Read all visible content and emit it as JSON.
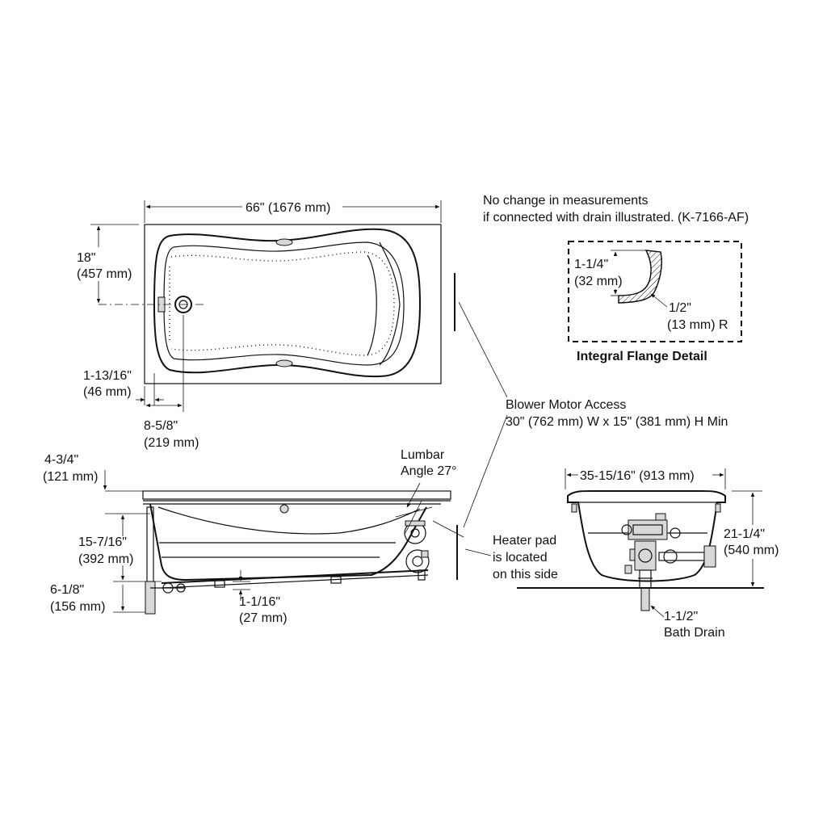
{
  "plan_view": {
    "width_dim": "66\" (1676 mm)",
    "height_dim_in": "18\"",
    "height_dim_mm": "(457 mm)",
    "drain_offset_in": "1-13/16\"",
    "drain_offset_mm": "(46 mm)",
    "drain_center_in": "8-5/8\"",
    "drain_center_mm": "(219 mm)"
  },
  "note": {
    "line1": "No change in measurements",
    "line2": "if connected with drain illustrated. (K-7166-AF)"
  },
  "flange_detail": {
    "height_in": "1-1/4\"",
    "height_mm": "(32 mm)",
    "radius_in": "1/2\"",
    "radius_mm": "(13 mm) R",
    "title": "Integral Flange Detail"
  },
  "blower": {
    "line1": "Blower Motor Access",
    "line2": "30\" (762 mm) W x 15\" (381 mm) H Min"
  },
  "side_view": {
    "rim_in": "4-3/4\"",
    "rim_mm": "(121 mm)",
    "lumbar_line1": "Lumbar",
    "lumbar_line2": "Angle 27°",
    "depth_in": "15-7/16\"",
    "depth_mm": "(392 mm)",
    "base_in": "6-1/8\"",
    "base_mm": "(156 mm)",
    "foot_in": "1-1/16\"",
    "foot_mm": "(27 mm)",
    "heater_line1": "Heater pad",
    "heater_line2": "is located",
    "heater_line3": "on this side"
  },
  "end_view": {
    "width_dim": "35-15/16\" (913 mm)",
    "height_in": "21-1/4\"",
    "height_mm": "(540 mm)",
    "drain_line1": "1-1/2\"",
    "drain_line2": "Bath Drain"
  }
}
